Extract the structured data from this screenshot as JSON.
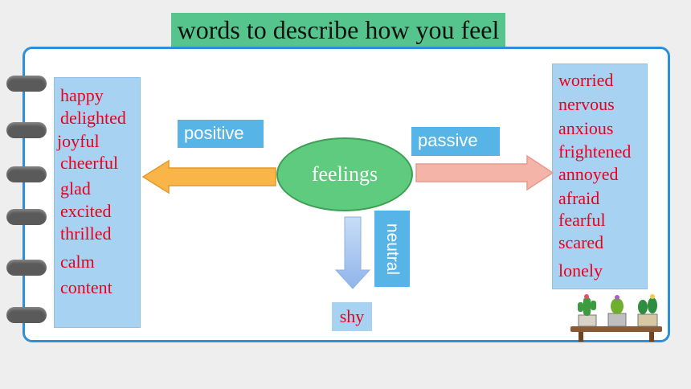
{
  "title": "words to describe how you feel",
  "center": "feelings",
  "positive": {
    "label": "positive",
    "words": [
      "happy",
      "delighted",
      "joyful",
      "cheerful",
      "glad",
      "excited",
      "thrilled",
      "calm",
      "content"
    ]
  },
  "passive": {
    "label": "passive",
    "words": [
      "worried",
      "nervous",
      "anxious",
      "frightened",
      "annoyed",
      "afraid",
      "fearful",
      "scared",
      "lonely"
    ]
  },
  "neutral": {
    "label": "neutral",
    "words": [
      "shy"
    ]
  },
  "colors": {
    "title_bg": "#56c58d",
    "word_text": "#e8001c",
    "word_box": "#a8d2f2",
    "label_bg": "#57b4e6",
    "center_bg": "#5fcb7e",
    "arrow_left": "#f9b548",
    "arrow_right": "#f4b4a8",
    "arrow_down": "#a9c8f0",
    "frame": "#2e8fd6"
  },
  "decor": [
    "cactus-icon",
    "cactus-icon",
    "cactus-icon"
  ]
}
